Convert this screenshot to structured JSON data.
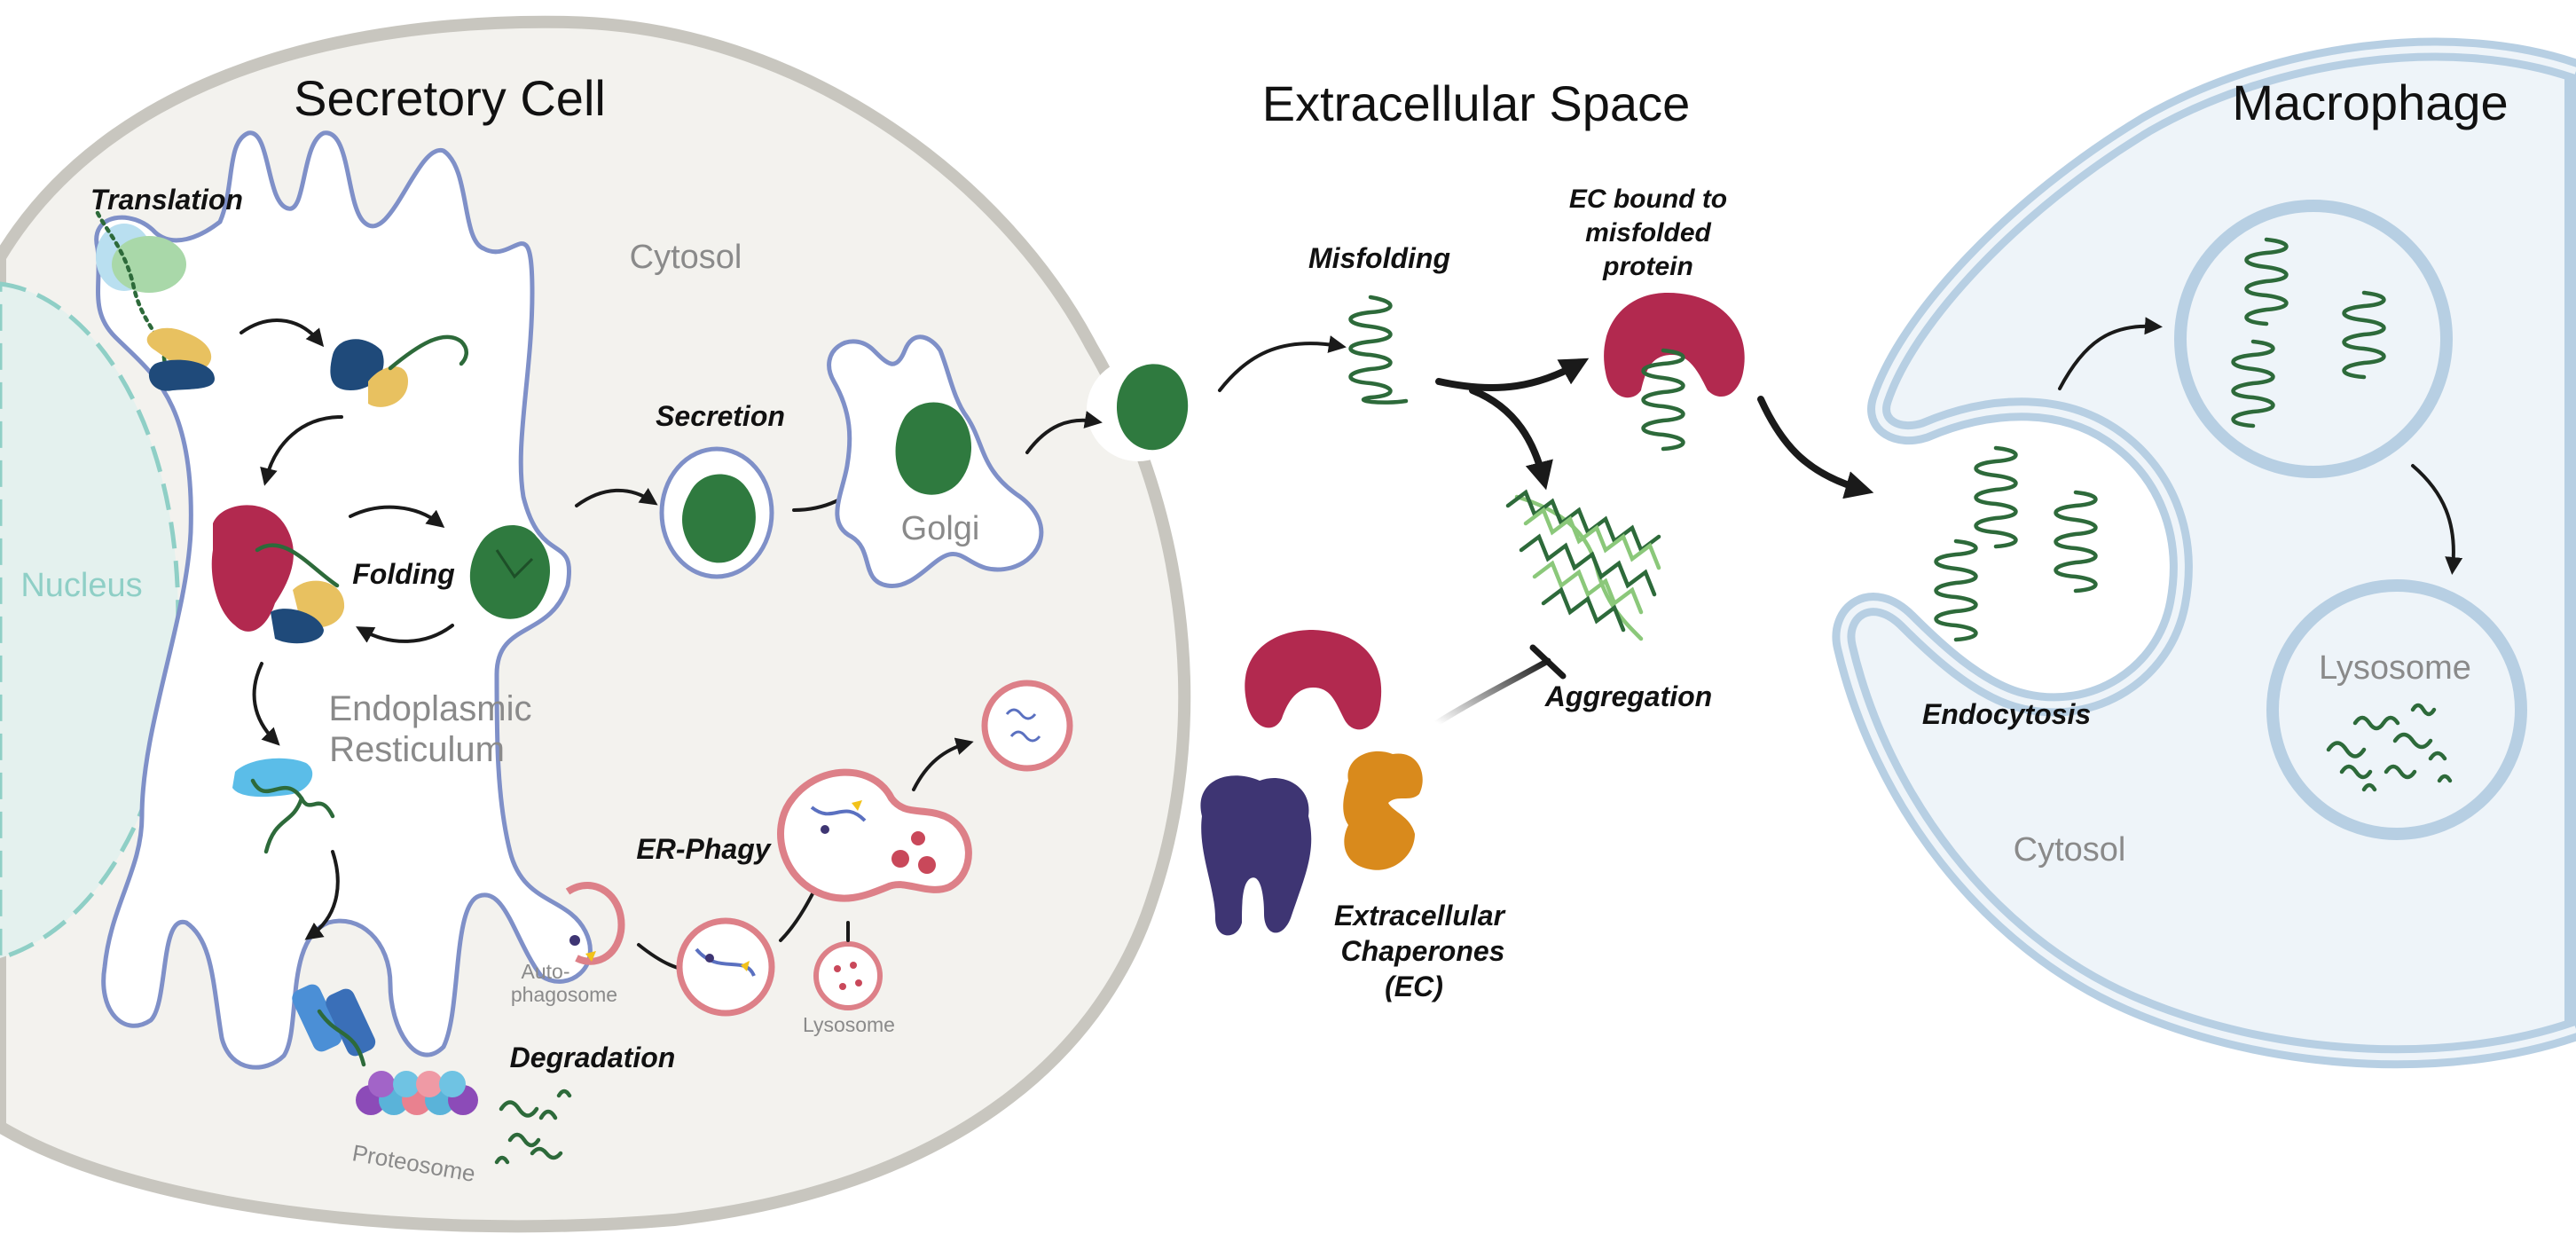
{
  "titles": {
    "secretory_cell": "Secretory Cell",
    "extracellular_space": "Extracellular Space",
    "macrophage": "Macrophage"
  },
  "regions": {
    "nucleus": "Nucleus",
    "cytosol_left": "Cytosol",
    "er_line1": "Endoplasmic",
    "er_line2": "Resticulum",
    "golgi": "Golgi",
    "lysosome_big": "Lysosome",
    "cytosol_right": "Cytosol"
  },
  "steps": {
    "translation": "Translation",
    "folding": "Folding",
    "secretion": "Secretion",
    "er_phagy": "ER-Phagy",
    "degradation": "Degradation",
    "misfolding": "Misfolding",
    "ec_bound_line1": "EC bound to",
    "ec_bound_line2": "misfolded",
    "ec_bound_line3": "protein",
    "aggregation": "Aggregation",
    "chaperones_line1": "Extracellular",
    "chaperones_line2": "Chaperones",
    "chaperones_line3": "(EC)",
    "endocytosis": "Endocytosis"
  },
  "small_labels": {
    "autophagosome_line1": "Auto-",
    "autophagosome_line2": "phagosome",
    "lysosome_small": "Lysosome",
    "proteosome": "Proteosome"
  },
  "colors": {
    "cell_fill": "#f3f2ee",
    "cell_border": "#c8c6bf",
    "er_line": "#7f90c8",
    "nucleus_fill": "#e4f1ee",
    "nucleus_border": "#8fcfc6",
    "macrophage_fill": "#eef4f9",
    "macrophage_border": "#b7cfe3",
    "protein_green": "#2f7a3f",
    "chaperone_red": "#b2294f",
    "chaperone_purple": "#3e3573",
    "chaperone_orange": "#d98a1c",
    "lysosome_pink": "#dd8088"
  }
}
